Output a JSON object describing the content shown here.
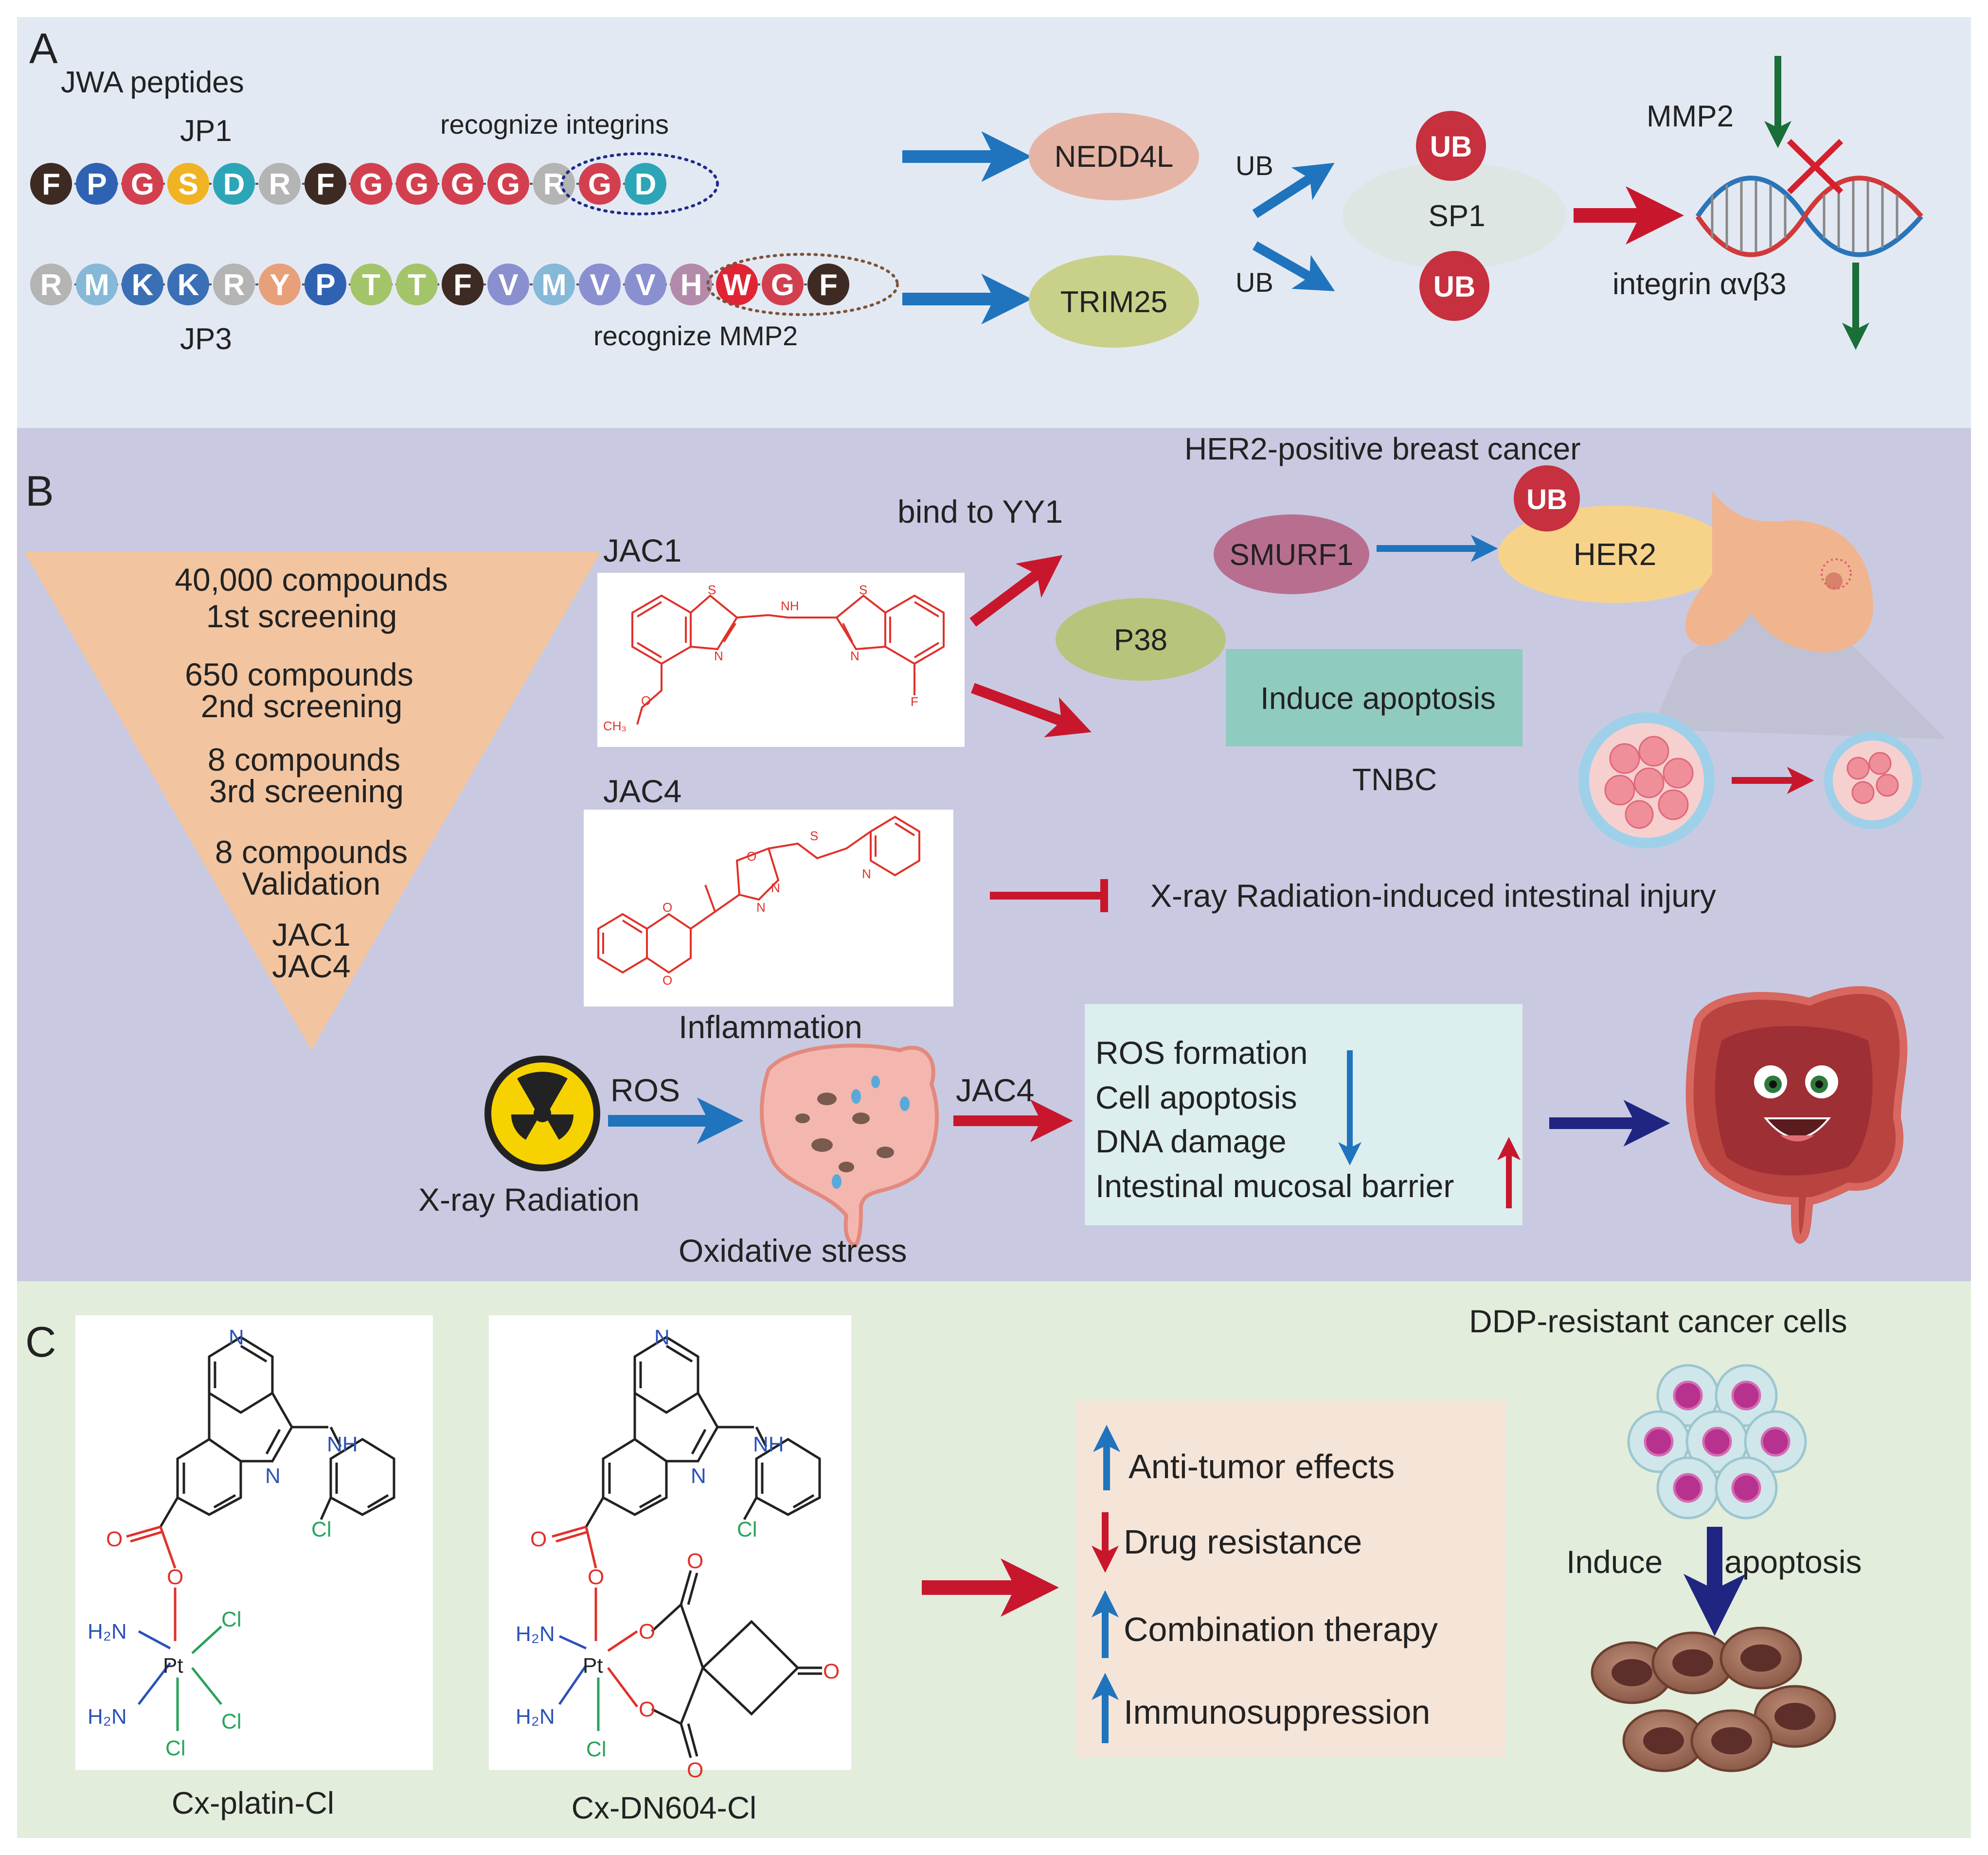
{
  "panel_a": {
    "letter": "A",
    "heading": "JWA peptides",
    "jp1_label": "JP1",
    "jp3_label": "JP3",
    "jp1_sequence": [
      "F",
      "P",
      "G",
      "S",
      "D",
      "R",
      "F",
      "G",
      "G",
      "G",
      "G",
      "R",
      "G",
      "D"
    ],
    "jp3_sequence": [
      "R",
      "M",
      "K",
      "K",
      "R",
      "Y",
      "P",
      "T",
      "T",
      "F",
      "V",
      "M",
      "V",
      "V",
      "H",
      "W",
      "G",
      "F"
    ],
    "recognize_integrins": "recognize integrins",
    "recognize_mmp2": "recognize MMP2",
    "nedd4l": "NEDD4L",
    "trim25": "TRIM25",
    "ub_arrow_1": "UB",
    "ub_arrow_2": "UB",
    "sp1": "SP1",
    "ub_badge_top": "UB",
    "ub_badge_bottom": "UB",
    "mmp2": "MMP2",
    "integrin": "integrin αvβ3"
  },
  "panel_b": {
    "letter": "B",
    "funnel": {
      "step1_line1": "40,000 compounds",
      "step1_line2": "1st screening",
      "step2_line1": "650 compounds",
      "step2_line2": "2nd screening",
      "step3_line1": "8 compounds",
      "step3_line2": "3rd screening",
      "step4_line1": "8 compounds",
      "step4_line2": "Validation",
      "result1": "JAC1",
      "result2": "JAC4"
    },
    "jac1_label": "JAC1",
    "jac4_label": "JAC4",
    "jac1_atoms": {
      "s1": "S",
      "nh": "NH",
      "s2": "S",
      "n1": "N",
      "n2": "N",
      "o": "O",
      "ch3": "CH₃",
      "f": "F"
    },
    "jac4_atoms": {
      "s": "S",
      "n_pyr": "N",
      "o_ox": "O",
      "n_a": "N",
      "n_b": "N",
      "o_top": "O",
      "o_bot": "O"
    },
    "bind_yy1": "bind to YY1",
    "her2_title": "HER2-positive breast cancer",
    "smurf1": "SMURF1",
    "ub_her2": "UB",
    "her2": "HER2",
    "p38": "P38",
    "induce_apoptosis": "Induce apoptosis",
    "tnbc": "TNBC",
    "xray_injury": "X-ray Radiation-induced intestinal injury",
    "inflammation": "Inflammation",
    "ros_arrow": "ROS",
    "xray_radiation": "X-ray Radiation",
    "oxidative_stress": "Oxidative stress",
    "jac4_arrow": "JAC4",
    "effects": [
      "ROS formation",
      "Cell apoptosis",
      "DNA damage",
      "Intestinal mucosal barrier"
    ]
  },
  "panel_c": {
    "letter": "C",
    "compound1": "Cx-platin-Cl",
    "compound2": "Cx-DN604-Cl",
    "atoms1": {
      "n_top": "N",
      "n_mid": "N",
      "nh": "NH",
      "cl_ring": "Cl",
      "o_carb": "O",
      "o_link": "O",
      "h2n_1": "H₂N",
      "h2n_2": "H₂N",
      "pt": "Pt",
      "cl1": "Cl",
      "cl2": "Cl",
      "cl3": "Cl"
    },
    "atoms2": {
      "n_top": "N",
      "n_mid": "N",
      "nh": "NH",
      "cl_ring": "Cl",
      "o_carb": "O",
      "o_link": "O",
      "h2n_1": "H₂N",
      "h2n_2": "H₂N",
      "pt": "Pt",
      "cl_ax": "Cl",
      "o_a": "O",
      "o_b": "O",
      "o_c": "O",
      "o_d": "O",
      "o_keto": "O"
    },
    "effects": [
      "Anti-tumor effects",
      "Drug resistance",
      "Combination therapy",
      "Immunosuppression"
    ],
    "ddp_cells": "DDP-resistant cancer cells",
    "induce": "Induce",
    "apoptosis": "apoptosis"
  },
  "colors": {
    "panel_a_bg": "#e3e9f3",
    "panel_b_bg": "#c9cae1",
    "panel_c_bg": "#e2eddc",
    "blue_arrow": "#1f74bd",
    "red_arrow": "#c8172c",
    "green_arrow": "#1a6e37",
    "navy_arrow": "#202581"
  }
}
